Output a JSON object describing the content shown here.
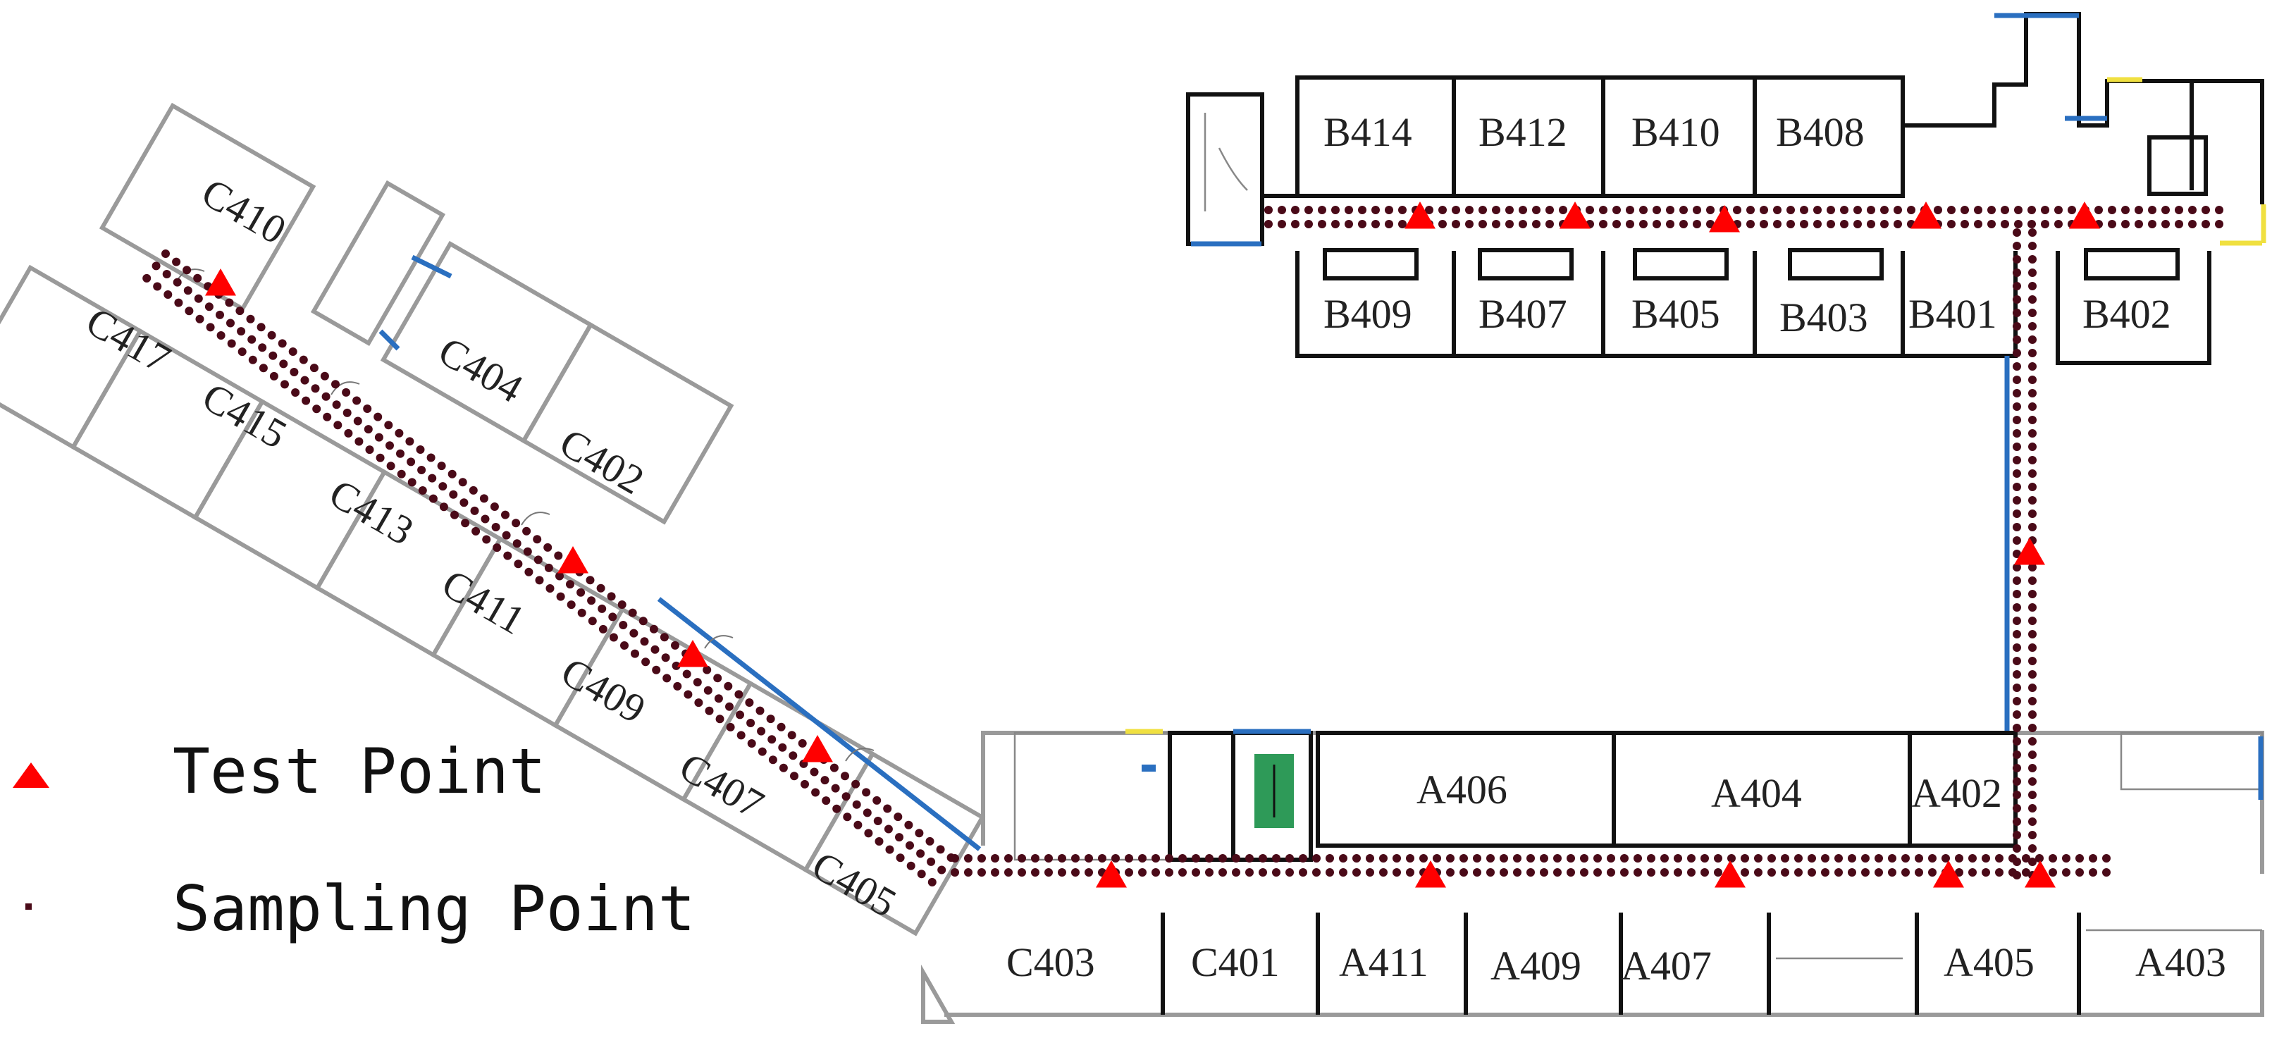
{
  "legend": {
    "test_point_label": "Test Point",
    "sampling_point_label": "Sampling Point"
  },
  "colors": {
    "test_point": "#ff0000",
    "sampling_point": "#4a0a18",
    "wall": "#111111",
    "grey_wall": "#9a9a9a",
    "window": "#2a6fc0",
    "door_marker": "#f0e040",
    "elevator": "#2e9a58"
  },
  "rooms": {
    "B414": "B414",
    "B412": "B412",
    "B410": "B410",
    "B408": "B408",
    "B409": "B409",
    "B407": "B407",
    "B405": "B405",
    "B403": "B403",
    "B401": "B401",
    "B402": "B402",
    "A406": "A406",
    "A404": "A404",
    "A402": "A402",
    "C403": "C403",
    "C401": "C401",
    "A411": "A411",
    "A409": "A409",
    "A407": "A407",
    "A405": "A405",
    "A403": "A403",
    "C410": "C410",
    "C417": "C417",
    "C415": "C415",
    "C404": "C404",
    "C402": "C402",
    "C413": "C413",
    "C411": "C411",
    "C409": "C409",
    "C407": "C407",
    "C405": "C405"
  }
}
